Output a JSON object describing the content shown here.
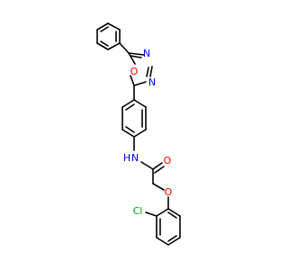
{
  "molecule": {
    "atoms": {
      "oxygen_ring": {
        "symbol": "O",
        "color": "#ff0000"
      },
      "nitrogen_ring_left": {
        "symbol": "N",
        "color": "#0000ff"
      },
      "nitrogen_ring_right": {
        "symbol": "N",
        "color": "#0000ff"
      },
      "amide_nitrogen": {
        "symbol": "N",
        "hydrogen": "H",
        "color": "#0000ff"
      },
      "carbonyl_oxygen": {
        "symbol": "O",
        "color": "#ff0000"
      },
      "ether_oxygen": {
        "symbol": "O",
        "color": "#ff0000"
      },
      "chlorine": {
        "symbol": "Cl",
        "color": "#00aa00"
      }
    },
    "bond_color": "#000000",
    "background": "#ffffff"
  }
}
